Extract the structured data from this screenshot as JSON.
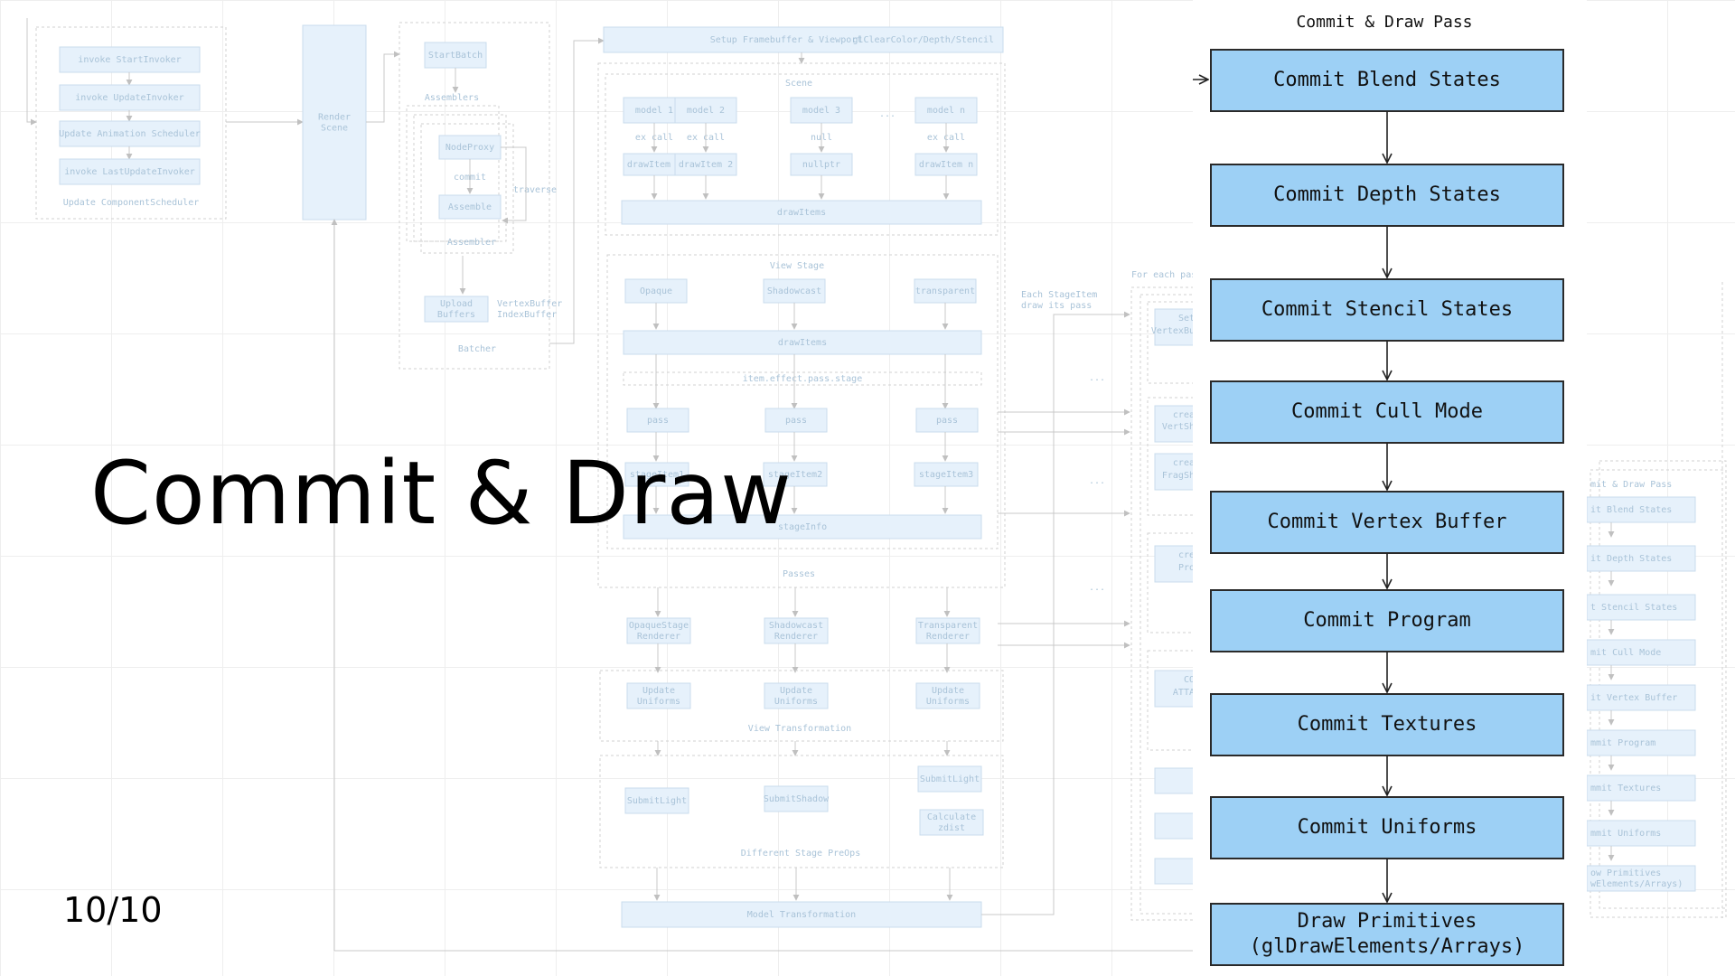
{
  "slide": {
    "title": "Commit & Draw",
    "page_number": "10/10"
  },
  "highlighted_pass": {
    "header": "Commit & Draw Pass",
    "steps": [
      [
        "Commit Blend States"
      ],
      [
        "Commit Depth States"
      ],
      [
        "Commit Stencil States"
      ],
      [
        "Commit Cull Mode"
      ],
      [
        "Commit Vertex Buffer"
      ],
      [
        "Commit Program"
      ],
      [
        "Commit Textures"
      ],
      [
        "Commit Uniforms"
      ],
      [
        "Draw Primitives",
        "(glDrawElements/Arrays)"
      ]
    ]
  },
  "background_diagram": {
    "scheduler": {
      "items": [
        "invoke StartInvoker",
        "invoke UpdateInvoker",
        "Update Animation Scheduler",
        "invoke LastUpdateInvoker"
      ],
      "caption": "Update ComponentScheduler"
    },
    "render_scene": [
      "Render",
      "Scene"
    ],
    "batcher": {
      "start": "StartBatch",
      "assemblers_label": "Assemblers",
      "node_proxy": "NodeProxy",
      "commit_label": "commit",
      "assemble": "Assemble",
      "traverse_label": "traverse",
      "assembler_label": "Assembler",
      "upload": [
        "Upload",
        "Buffers"
      ],
      "buffers_note": [
        "VertexBuffer",
        "IndexBuffer"
      ],
      "caption": "Batcher"
    },
    "setup": {
      "label": "Setup Framebuffer & Viewport",
      "note": "glClearColor/Depth/Stencil"
    },
    "scene": {
      "label": "Scene",
      "models": [
        "model 1",
        "model 2",
        "model 3",
        "model n"
      ],
      "ellipsis": "...",
      "call_labels": [
        "ex call",
        "ex call",
        "null",
        "ex call"
      ],
      "draw_items": [
        "drawItem 1",
        "drawItem 2",
        "nullptr",
        "drawItem n"
      ],
      "collector": "drawItems"
    },
    "view_stage": {
      "label": "View Stage",
      "stages": [
        "Opaque",
        "Shadowcast",
        "transparent"
      ],
      "collector": "drawItems",
      "filter": "item.effect.pass.stage",
      "passes": [
        "pass",
        "pass",
        "pass"
      ],
      "stage_items": [
        "stageItem1",
        "stageItem2",
        "stageItem3"
      ],
      "info": "stageInfo",
      "caption": "Passes"
    },
    "renderers": [
      [
        "OpaqueStage",
        "Renderer"
      ],
      [
        "Shadowcast",
        "Renderer"
      ],
      [
        "Transparent",
        "Renderer"
      ]
    ],
    "uniforms": {
      "items": [
        [
          "Update",
          "Uniforms"
        ],
        [
          "Update",
          "Uniforms"
        ],
        [
          "Update",
          "Uniforms"
        ]
      ],
      "caption": "View Transformation"
    },
    "preops": {
      "items": [
        "SubmitLight",
        "SubmitShadow",
        "SubmitLight"
      ],
      "calculate": [
        "Calculate",
        "zdist"
      ],
      "caption": "Different Stage PreOps"
    },
    "model_transform": "Model Transformation",
    "each_stage_note": [
      "Each StageItem",
      "draw its pass"
    ],
    "for_each_pass": "For each pass:",
    "column_fragments": [
      "Set",
      "VertexBu",
      "crea",
      "VertSh",
      "crea",
      "FragSh",
      "cre",
      "Pro",
      "CO",
      "ATTA"
    ],
    "column_dots": [
      "...",
      "...",
      "..."
    ],
    "right_mini": {
      "header": "mit & Draw Pass",
      "items": [
        "it Blend States",
        "it Depth States",
        "t Stencil States",
        "mit Cull Mode",
        "it Vertex Buffer",
        "mmit Program",
        "mmit Textures",
        "mmit Uniforms"
      ],
      "last": [
        "ow Primitives",
        "wElements/Arrays)"
      ]
    }
  }
}
